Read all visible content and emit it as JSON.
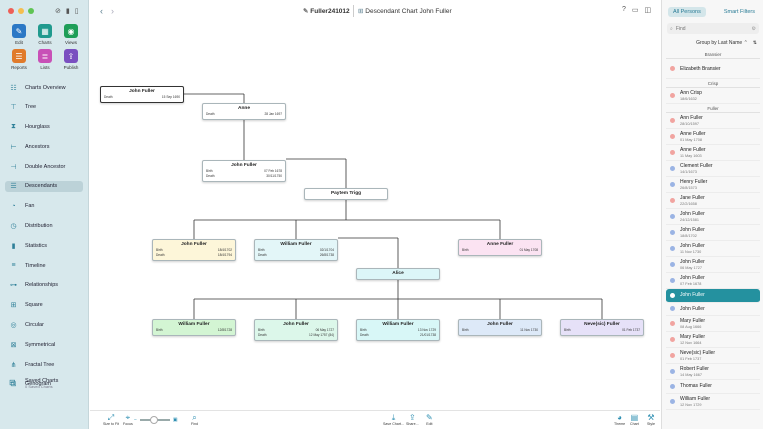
{
  "sidebar": {
    "tools": [
      {
        "label": "Edit",
        "icon": "pencil-icon",
        "color": "#2b78c5",
        "glyph": "✎"
      },
      {
        "label": "Charts",
        "icon": "charts-icon",
        "color": "#209a8e",
        "glyph": "▦"
      },
      {
        "label": "Views",
        "icon": "eye-icon",
        "color": "#1e9e58",
        "glyph": "◉"
      },
      {
        "label": "Reports",
        "icon": "reports-icon",
        "color": "#e07b2b",
        "glyph": "☰"
      },
      {
        "label": "Lists",
        "icon": "lists-icon",
        "color": "#c850b7",
        "glyph": "≣"
      },
      {
        "label": "Publish",
        "icon": "publish-icon",
        "color": "#7a4fc0",
        "glyph": "⇪"
      }
    ],
    "nav": [
      {
        "label": "Charts Overview",
        "icon": "charts-overview-icon",
        "glyph": "☷"
      },
      {
        "label": "Tree",
        "icon": "tree-icon",
        "glyph": "⊤"
      },
      {
        "label": "Hourglass",
        "icon": "hourglass-icon",
        "glyph": "⧗"
      },
      {
        "label": "Ancestors",
        "icon": "ancestors-icon",
        "glyph": "⊢"
      },
      {
        "label": "Double Ancestor",
        "icon": "double-ancestor-icon",
        "glyph": "⊣"
      },
      {
        "label": "Descendants",
        "icon": "descendants-icon",
        "glyph": "☰",
        "active": true
      },
      {
        "label": "Fan",
        "icon": "fan-icon",
        "glyph": "◔"
      },
      {
        "label": "Distribution",
        "icon": "distribution-icon",
        "glyph": "◷"
      },
      {
        "label": "Statistics",
        "icon": "statistics-icon",
        "glyph": "▮"
      },
      {
        "label": "Timeline",
        "icon": "timeline-icon",
        "glyph": "≡"
      },
      {
        "label": "Relationships",
        "icon": "relationships-icon",
        "glyph": "⊶"
      },
      {
        "label": "Square",
        "icon": "square-icon",
        "glyph": "⊞"
      },
      {
        "label": "Circular",
        "icon": "circular-icon",
        "glyph": "◎"
      },
      {
        "label": "Symmetrical",
        "icon": "symmetrical-icon",
        "glyph": "⊠"
      },
      {
        "label": "Fractal Tree",
        "icon": "fractal-tree-icon",
        "glyph": "⋔"
      },
      {
        "label": "Genogram",
        "icon": "genogram-icon",
        "glyph": "⊡"
      }
    ],
    "saved": {
      "label": "Saved Charts",
      "sub": "0 Saved Charts"
    }
  },
  "toolbar": {
    "file": "Fuller241012",
    "title": "Descendant Chart John Fuller"
  },
  "chart": {
    "persons": [
      {
        "name": "John Fuller",
        "events": [
          [
            "Death",
            "15 Sep 1690"
          ]
        ],
        "color": "#ffffff",
        "selected": true
      },
      {
        "name": "Anne",
        "events": [
          [
            "Death",
            "28 Jan 1697"
          ]
        ],
        "color": "#ffffff"
      },
      {
        "name": "John Fuller",
        "events": [
          [
            "Birth",
            "07 Feb 1678"
          ],
          [
            "Death",
            "30/11/1750"
          ]
        ],
        "color": "#ffffff"
      },
      {
        "name": "Paytem Trigg",
        "events": [],
        "color": "#ffffff"
      },
      {
        "name": "John Fuller",
        "events": [
          [
            "Birth",
            "18/4/1702"
          ],
          [
            "Death",
            "18/4/1794"
          ]
        ],
        "color": "#fdf6d9"
      },
      {
        "name": "William Fuller",
        "events": [
          [
            "Birth",
            "02/1/1704"
          ],
          [
            "Death",
            "26/8/1738"
          ]
        ],
        "color": "#e3f6f8"
      },
      {
        "name": "Anne Fuller",
        "events": [
          [
            "Birth",
            "01 May 1708"
          ]
        ],
        "color": "#fbe3f2"
      },
      {
        "name": "Alice",
        "events": [],
        "color": "#dcf6f8"
      },
      {
        "name": "William Fuller",
        "events": [
          [
            "Birth",
            "12/8/1728"
          ]
        ],
        "color": "#d3f5d3"
      },
      {
        "name": "John Fuller",
        "events": [
          [
            "Birth",
            "06 May 1727"
          ],
          [
            "Death",
            "12 May 1757 (84)"
          ]
        ],
        "color": "#dcf7ea"
      },
      {
        "name": "William Fuller",
        "events": [
          [
            "Birth",
            "13 Nov 1729"
          ],
          [
            "Death",
            "21/01/1738"
          ]
        ],
        "color": "#d8f7f7"
      },
      {
        "name": "John Fuller",
        "events": [
          [
            "Birth",
            "11 Nov 1730"
          ]
        ],
        "color": "#dde9f8"
      },
      {
        "name": "Neve(sic) Fuller",
        "events": [
          [
            "Birth",
            "01 Feb 1737"
          ]
        ],
        "color": "#e6e1f8"
      }
    ]
  },
  "bottombar": {
    "items": [
      {
        "label": "Size to Fit",
        "icon": "size-to-fit-icon",
        "glyph": "⤢"
      },
      {
        "label": "Focus",
        "icon": "focus-icon",
        "glyph": "⌖"
      },
      {
        "label": "Find",
        "icon": "find-icon",
        "glyph": "⌕"
      },
      {
        "label": "Save Chart...",
        "icon": "save-chart-icon",
        "glyph": "⤓"
      },
      {
        "label": "Share...",
        "icon": "share-icon",
        "glyph": "⇪"
      },
      {
        "label": "Edit",
        "icon": "edit-icon",
        "glyph": "✎"
      },
      {
        "label": "Theme",
        "icon": "theme-icon",
        "glyph": "◕"
      },
      {
        "label": "Chart",
        "icon": "chart-icon",
        "glyph": "▤"
      },
      {
        "label": "Style",
        "icon": "style-icon",
        "glyph": "⚒"
      }
    ]
  },
  "rpanel": {
    "tabs": [
      "All Persons",
      "Smart Filters"
    ],
    "search_placeholder": "Find",
    "group_by": "Group by Last Name ⌃",
    "sections": [
      {
        "title": "Bransier",
        "persons": [
          {
            "name": "Elizabeth Bransier",
            "date": "",
            "color": "#f1a4a0"
          }
        ]
      },
      {
        "title": "Crisp",
        "persons": [
          {
            "name": "Ann Crisp",
            "date": "18/6/1632",
            "color": "#f1a4a0"
          }
        ]
      },
      {
        "title": "Fuller",
        "persons": [
          {
            "name": "Ann Fuller",
            "date": "28/10/1597",
            "color": "#f1a4a0"
          },
          {
            "name": "Anne Fuller",
            "date": "01 May 1708",
            "color": "#f1a4a0"
          },
          {
            "name": "Anne Fuller",
            "date": "11 May 1603",
            "color": "#f1a4a0"
          },
          {
            "name": "Clement Fuller",
            "date": "14/1/1673",
            "color": "#9bb4e4"
          },
          {
            "name": "Henry Fuller",
            "date": "26/8/1573",
            "color": "#9bb4e4"
          },
          {
            "name": "Jane Fuller",
            "date": "22/2/1658",
            "color": "#f1a4a0"
          },
          {
            "name": "John Fuller",
            "date": "24/12/1581",
            "color": "#9bb4e4"
          },
          {
            "name": "John Fuller",
            "date": "18/8/1702",
            "color": "#9bb4e4"
          },
          {
            "name": "John Fuller",
            "date": "11 Nov 1730",
            "color": "#9bb4e4"
          },
          {
            "name": "John Fuller",
            "date": "06 May 1727",
            "color": "#9bb4e4"
          },
          {
            "name": "John Fuller",
            "date": "07 Feb 1678",
            "color": "#9bb4e4"
          },
          {
            "name": "John Fuller",
            "date": "",
            "color": "#9bb4e4",
            "selected": true
          },
          {
            "name": "John Fuller",
            "date": "",
            "color": "#9bb4e4"
          },
          {
            "name": "Mary Fuller",
            "date": "08 Aug 1666",
            "color": "#f1a4a0"
          },
          {
            "name": "Mary Fuller",
            "date": "12 Nov 1664",
            "color": "#f1a4a0"
          },
          {
            "name": "Neve(sic) Fuller",
            "date": "01 Feb 1737",
            "color": "#f1a4a0"
          },
          {
            "name": "Robert Fuller",
            "date": "14 May 1667",
            "color": "#9bb4e4"
          },
          {
            "name": "Thomas Fuller",
            "date": "",
            "color": "#9bb4e4"
          },
          {
            "name": "William Fuller",
            "date": "12 Nov 1729",
            "color": "#9bb4e4"
          }
        ]
      }
    ]
  }
}
